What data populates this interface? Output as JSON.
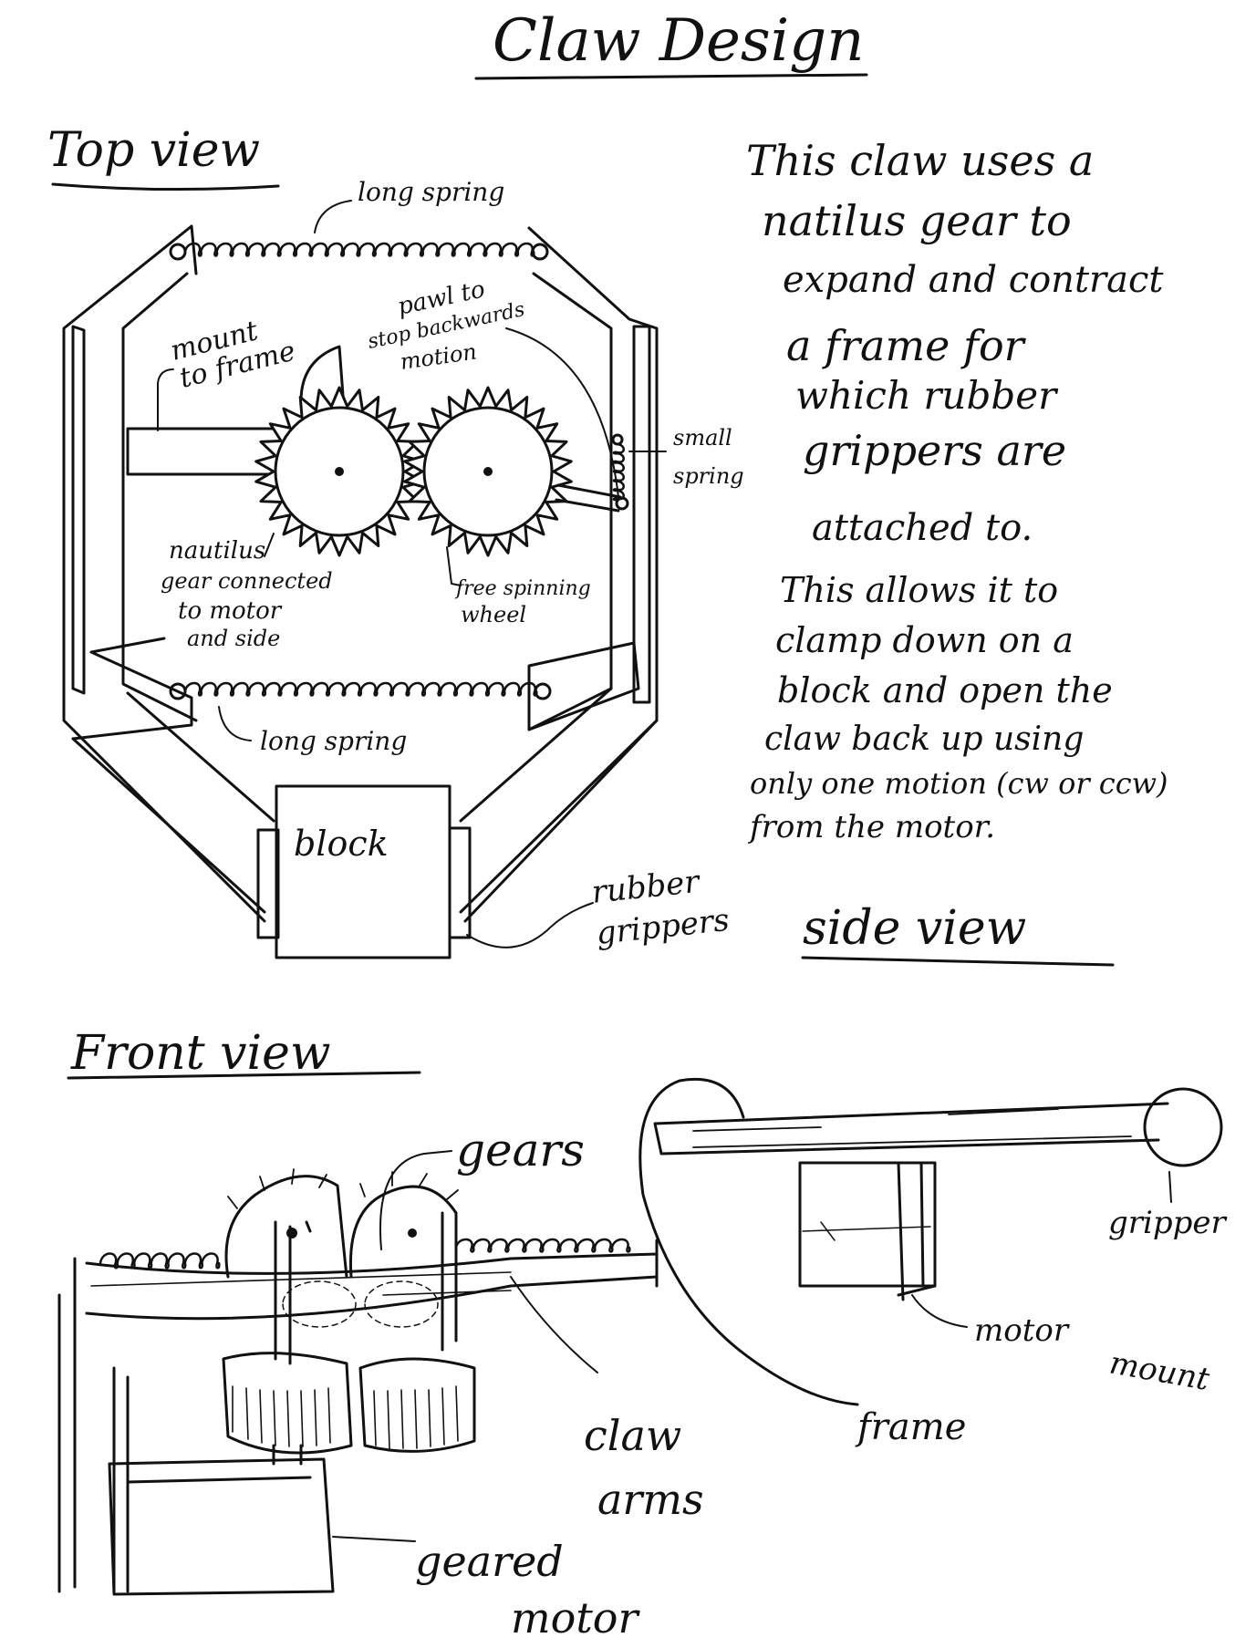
{
  "title": "Claw Design",
  "top_view": {
    "heading": "Top view",
    "labels": {
      "long_spring_top": "long spring",
      "long_spring_bottom": "long spring",
      "mount_to_frame_1": "mount",
      "mount_to_frame_2": "to frame",
      "pawl_1": "pawl to",
      "pawl_2": "stop backwards",
      "pawl_3": "motion",
      "small_spring_1": "small",
      "small_spring_2": "spring",
      "nautilus_1": "nautilus",
      "nautilus_2": "gear connected",
      "nautilus_3": "to motor",
      "nautilus_4": "and side",
      "free_wheel_1": "free spinning",
      "free_wheel_2": "wheel",
      "block": "block",
      "rubber_grippers_1": "rubber",
      "rubber_grippers_2": "grippers"
    }
  },
  "description": {
    "lines": [
      "This claw uses a",
      "natilus gear to",
      "expand and contract",
      "a frame for",
      "which rubber",
      "grippers are",
      "attached to.",
      "This allows it to",
      "clamp down on a",
      "block and open the",
      "claw back up using",
      "only one motion (cw or ccw)",
      "from the motor."
    ]
  },
  "side_view": {
    "heading": "side view",
    "labels": {
      "gripper": "gripper",
      "motor_mount_1": "motor",
      "motor_mount_2": "mount",
      "frame": "frame"
    }
  },
  "front_view": {
    "heading": "Front view",
    "labels": {
      "gears": "gears",
      "claw_arms_1": "claw",
      "claw_arms_2": "arms",
      "geared_motor_1": "geared",
      "geared_motor_2": "motor"
    }
  }
}
